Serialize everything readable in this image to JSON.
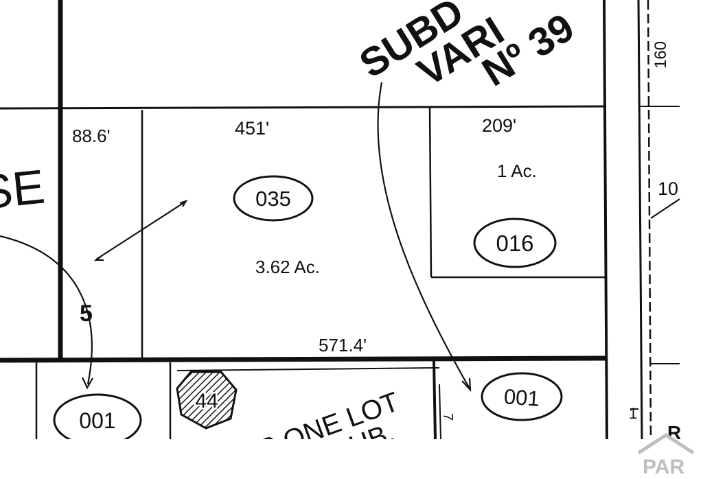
{
  "map": {
    "parcels": [
      {
        "id": "035",
        "area": "3.62 Ac."
      },
      {
        "id": "016",
        "area": "1 Ac."
      },
      {
        "id": "001a",
        "label": "001"
      },
      {
        "id": "001b",
        "label": "001"
      },
      {
        "id": "044",
        "label": "44"
      }
    ],
    "dimensions": {
      "top_left": "88.6'",
      "top_center": "451'",
      "top_right": "209'",
      "bottom_center": "571.4'",
      "right_edge": "160"
    },
    "labels": {
      "subdivision_line1": "SUBD",
      "subdivision_line2": "VARI",
      "subdivision_line3": "Nº 39",
      "left_fragment": "SE",
      "lot_label": "5",
      "one_lot_sub_line1": "M'S  ONE LOT",
      "one_lot_sub_line2": "SUB.",
      "right_fragment": "10",
      "right_small": "1",
      "right_letter": "R",
      "tiny_seven": "7"
    }
  },
  "watermark": {
    "text": "PAR"
  },
  "colors": {
    "ink": "#111111",
    "paper": "#ffffff",
    "watermark": "#bfbfbf"
  }
}
